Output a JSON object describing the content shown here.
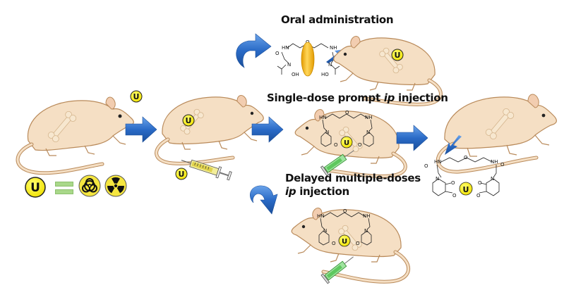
{
  "title": "Uranium decorporation by chelating agent in mice",
  "legend": {
    "symbol": "U",
    "equals": "=",
    "meanings": [
      "biohazard",
      "radioactive"
    ]
  },
  "labels": {
    "oral": "Oral administration",
    "single_prefix": "Single-dose prompt ",
    "single_ip": "ip",
    "single_suffix": " injection",
    "delayed_line1": "Delayed multiple-doses",
    "delayed_ip": "ip",
    "delayed_suffix": " injection"
  },
  "symbols": {
    "uranium": "U"
  },
  "chem": {
    "hn": "HN",
    "nh": "NH",
    "o": "O",
    "n": "N",
    "oh": "OH",
    "ho": "HO"
  },
  "colors": {
    "mouse_fill": "#f5dfc4",
    "mouse_stroke": "#b98a5a",
    "bone": "#f7e7cf",
    "uranium_yellow": "#f5ec00",
    "arrow_blue": "#2f6fc4",
    "syringe_yellow": "#e8e070",
    "syringe_green": "#6fd06f",
    "capsule": "#f2b21a",
    "equals_green": "#a9d88a"
  },
  "steps": [
    {
      "id": "healthy-mouse"
    },
    {
      "id": "contaminated-mouse"
    },
    {
      "id": "oral-treatment"
    },
    {
      "id": "prompt-ip-treatment"
    },
    {
      "id": "delayed-ip-treatment"
    },
    {
      "id": "excretion"
    }
  ]
}
